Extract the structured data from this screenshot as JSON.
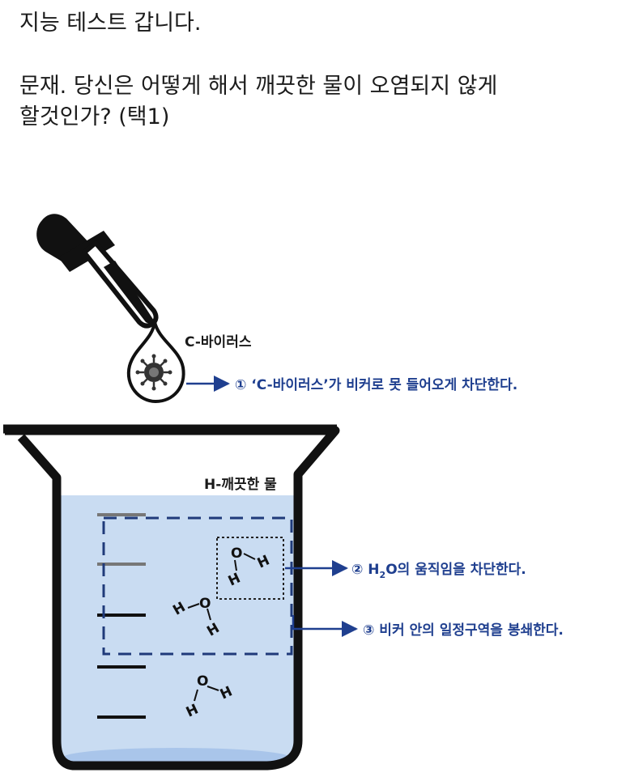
{
  "post": {
    "intro": "지능 테스트 갑니다.",
    "question_line1": "문재. 당신은 어떻게 해서 깨끗한 물이 오염되지 않게",
    "question_line2": "할것인가? (택1)"
  },
  "figure": {
    "virus_label": "C-바이러스",
    "water_label": "H-깨끗한 물",
    "option1": "① ‘C-바이러스’가 비커로 못 들어오게 차단한다.",
    "option2_prefix": "② H",
    "option2_sub": "2",
    "option2_suffix": "O의 움직임을 차단한다.",
    "option3": "③ 비커 안의 일정구역을 봉쇄한다.",
    "atom_o": "O",
    "atom_h": "H",
    "colors": {
      "water": "#c9dcf2",
      "water_bottom": "#a9c5ea",
      "arrow": "#1f3f8f",
      "dash": "#1f3a7a",
      "text_dark": "#1a1a1a"
    }
  }
}
